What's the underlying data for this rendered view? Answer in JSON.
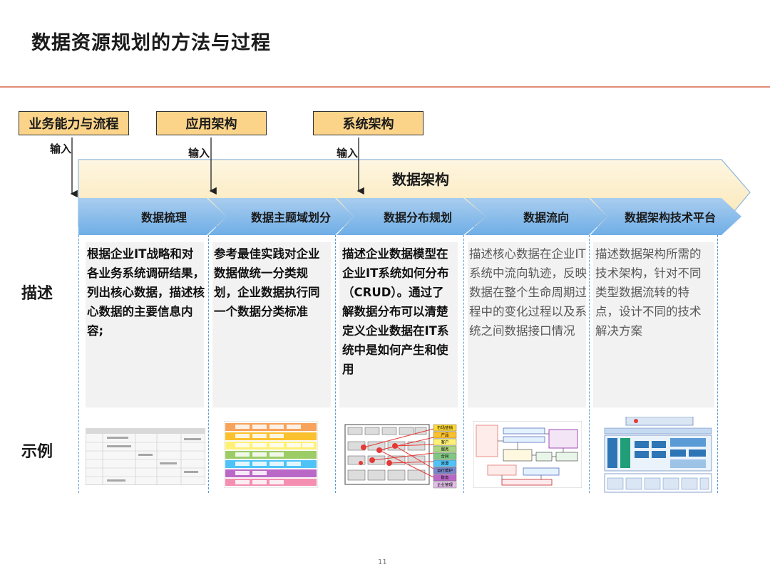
{
  "title": "数据资源规划的方法与过程",
  "inputs": [
    {
      "label": "业务能力与流程",
      "input_label": "输入"
    },
    {
      "label": "应用架构",
      "input_label": "输入"
    },
    {
      "label": "系统架构",
      "input_label": "输入"
    }
  ],
  "band_label": "数据架构",
  "stages": [
    "数据梳理",
    "数据主题域划分",
    "数据分布规划",
    "数据流向",
    "数据架构技术平台"
  ],
  "row_labels": {
    "description": "描述",
    "example": "示例"
  },
  "descriptions": [
    "根据企业IT战略和对各业务系统调研结果，列出核心数据，描述核心数据的主要信息内容;",
    "参考最佳实践对企业数据做统一分类规划，企业数据执行同一个数据分类标准",
    "描述企业数据模型在企业IT系统如何分布（CRUD）。通过了解数据分布可以清楚定义企业数据在IT系统中是如何产生和使用",
    "描述核心数据在企业IT系统中流向轨迹，反映数据在整个生命周期过程中的变化过程以及系统之间数据接口情况",
    "描述数据架构所需的技术架构，针对不同类型数据流转的特点，设计不同的技术解决方案"
  ],
  "example_3_legend": [
    "市场营销",
    "产品",
    "客户",
    "服务",
    "合同",
    "资源",
    "运行维护",
    "财务",
    "企业管理"
  ],
  "colors": {
    "input_fill": "#fbd48a",
    "band_fill": "#fdf1d2",
    "stage_fill": "#9cc3e8",
    "divider": "#5b9bd5",
    "rule": "#e28a73"
  },
  "page_number": "11"
}
